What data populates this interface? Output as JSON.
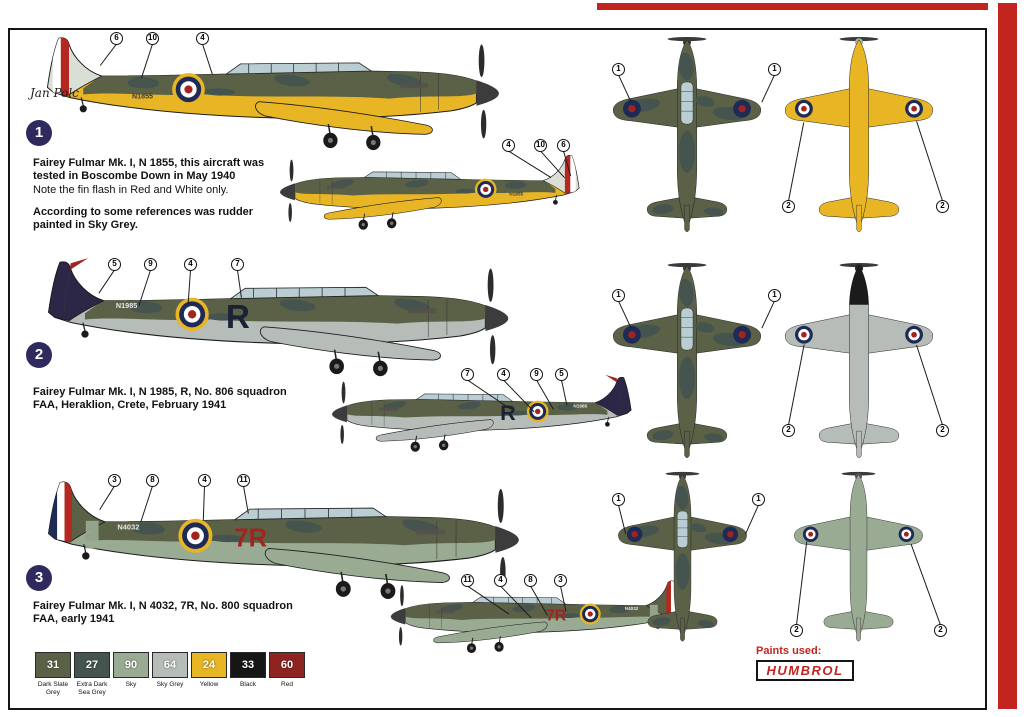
{
  "meta": {
    "signature": "Jan Polc"
  },
  "colors": {
    "accent_red": "#c2251f",
    "badge": "#2f2a5e",
    "roundel_blue": "#1d2b56",
    "roundel_red": "#a3241f",
    "roundel_yellow": "#e8b525"
  },
  "schemes": [
    {
      "badge": "1",
      "serial": "N1855",
      "code": "",
      "paragraphs": [
        {
          "text": "Fairey Fulmar Mk. I, N 1855, this aircraft was tested in Boscombe Down in May 1940",
          "bold": true
        },
        {
          "text": "Note the fin flash in Red and White only.",
          "bold": false
        },
        {
          "text": "According to some references was rudder painted in Sky Grey.",
          "bold": true
        }
      ],
      "callouts_profile_a": [
        "6",
        "10",
        "4"
      ],
      "callouts_profile_b": [
        "4",
        "10",
        "6"
      ],
      "callouts_top": [
        "1",
        "1"
      ],
      "callouts_bottom": [
        "2",
        "2"
      ]
    },
    {
      "badge": "2",
      "serial": "N1985",
      "code": "R",
      "paragraphs": [
        {
          "text": "Fairey Fulmar Mk. I, N 1985, R, No. 806 squadron FAA, Heraklion, Crete, February 1941",
          "bold": true
        }
      ],
      "callouts_profile_a": [
        "5",
        "9",
        "4",
        "7"
      ],
      "callouts_profile_b": [
        "7",
        "4",
        "9",
        "5"
      ],
      "callouts_top": [
        "1",
        "1"
      ],
      "callouts_bottom": [
        "2",
        "2"
      ]
    },
    {
      "badge": "3",
      "serial": "N4032",
      "code": "7R",
      "paragraphs": [
        {
          "text": "Fairey Fulmar Mk. I, N 4032, 7R, No. 800 squadron FAA, early 1941",
          "bold": true
        }
      ],
      "callouts_profile_a": [
        "3",
        "8",
        "4",
        "11"
      ],
      "callouts_profile_b": [
        "11",
        "4",
        "8",
        "3"
      ],
      "callouts_top": [
        "1",
        "1"
      ],
      "callouts_bottom": [
        "2",
        "2"
      ]
    }
  ],
  "paints": {
    "label": "Paints used:",
    "brand": "HUMBROL",
    "chips": [
      {
        "code": "31",
        "name": "Dark Slate Grey",
        "color": "#5a6147"
      },
      {
        "code": "27",
        "name": "Extra Dark Sea Grey",
        "color": "#46544f"
      },
      {
        "code": "90",
        "name": "Sky",
        "color": "#9aab94"
      },
      {
        "code": "64",
        "name": "Sky Grey",
        "color": "#b6bdb9"
      },
      {
        "code": "24",
        "name": "Yellow",
        "color": "#e8b525"
      },
      {
        "code": "33",
        "name": "Black",
        "color": "#161616"
      },
      {
        "code": "60",
        "name": "Red",
        "color": "#8e2422"
      }
    ]
  }
}
